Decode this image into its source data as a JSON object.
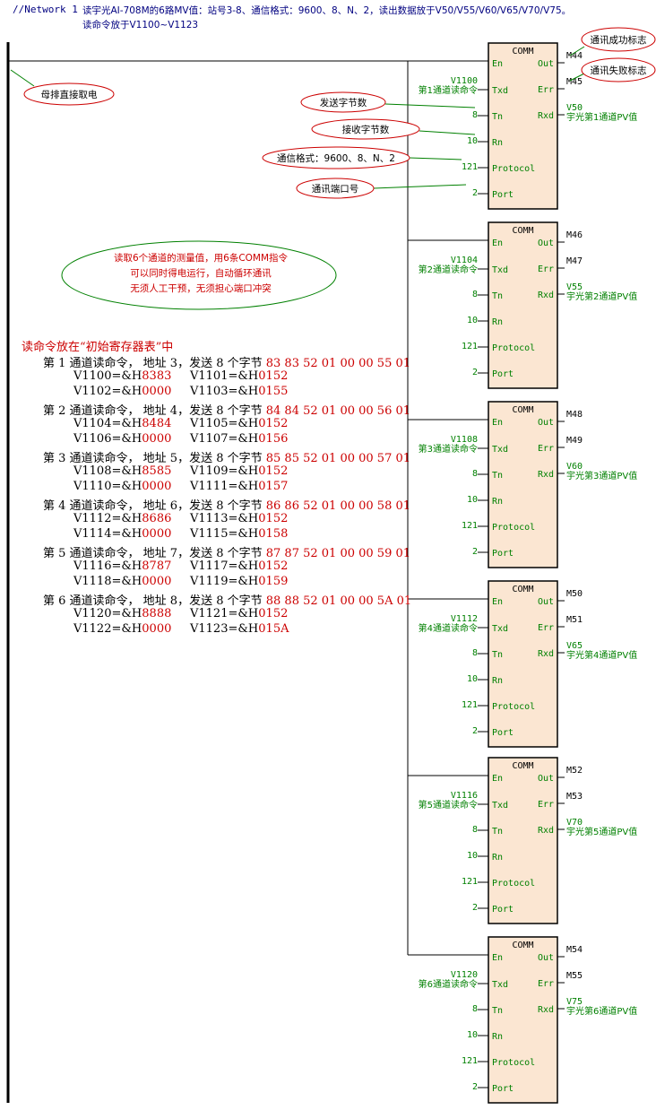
{
  "header": {
    "network": "//Network 1",
    "line1": "读宇光AI-708M的6路MV值：站号3-8、通信格式：9600、8、N、2，读出数据放于V50/V55/V60/V65/V70/V75。",
    "line2": "读命令放于V1100~V1123"
  },
  "pins": {
    "en": "En",
    "txd": "Txd",
    "tn": "Tn",
    "rn": "Rn",
    "protocol": "Protocol",
    "port": "Port",
    "out": "Out",
    "err": "Err",
    "rxd": "Rxd"
  },
  "blocks": [
    {
      "title": "COMM",
      "txd_var": "V1100",
      "txd_label": "第1通道读命令",
      "tn": "8",
      "rn": "10",
      "protocol": "121",
      "port": "2",
      "out": "M44",
      "err": "M45",
      "rxd_var": "V50",
      "rxd_label": "宇光第1通道PV值"
    },
    {
      "title": "COMM",
      "txd_var": "V1104",
      "txd_label": "第2通道读命令",
      "tn": "8",
      "rn": "10",
      "protocol": "121",
      "port": "2",
      "out": "M46",
      "err": "M47",
      "rxd_var": "V55",
      "rxd_label": "宇光第2通道PV值"
    },
    {
      "title": "COMM",
      "txd_var": "V1108",
      "txd_label": "第3通道读命令",
      "tn": "8",
      "rn": "10",
      "protocol": "121",
      "port": "2",
      "out": "M48",
      "err": "M49",
      "rxd_var": "V60",
      "rxd_label": "宇光第3通道PV值"
    },
    {
      "title": "COMM",
      "txd_var": "V1112",
      "txd_label": "第4通道读命令",
      "tn": "8",
      "rn": "10",
      "protocol": "121",
      "port": "2",
      "out": "M50",
      "err": "M51",
      "rxd_var": "V65",
      "rxd_label": "宇光第4通道PV值"
    },
    {
      "title": "COMM",
      "txd_var": "V1116",
      "txd_label": "第5通道读命令",
      "tn": "8",
      "rn": "10",
      "protocol": "121",
      "port": "2",
      "out": "M52",
      "err": "M53",
      "rxd_var": "V70",
      "rxd_label": "宇光第5通道PV值"
    },
    {
      "title": "COMM",
      "txd_var": "V1120",
      "txd_label": "第6通道读命令",
      "tn": "8",
      "rn": "10",
      "protocol": "121",
      "port": "2",
      "out": "M54",
      "err": "M55",
      "rxd_var": "V75",
      "rxd_label": "宇光第6通道PV值"
    }
  ],
  "callouts": {
    "success_flag": "通讯成功标志",
    "fail_flag": "通讯失败标志",
    "bus_power": "母排直接取电",
    "send_bytes": "发送字节数",
    "recv_bytes": "接收字节数",
    "comm_format": "通信格式：9600、8、N、2",
    "comm_port": "通讯端口号",
    "big_note": [
      "读取6个通道的测量值，用6条COMM指令",
      "可以同时得电运行，自动循环通讯",
      "无须人工干预，无须担心端口冲突"
    ]
  },
  "notes": {
    "title": "读命令放在“初始寄存器表”中",
    "channels": [
      {
        "line": "第 1 通道读命令，  地址 3，发送 8 个字节",
        "bytes": "83 83 52 01 00 00 55 01",
        "regs": [
          {
            "k": "V1100=&H",
            "v": "8383"
          },
          {
            "k": "V1101=&H",
            "v": "0152"
          },
          {
            "k": "V1102=&H",
            "v": "0000"
          },
          {
            "k": "V1103=&H",
            "v": "0155"
          }
        ]
      },
      {
        "line": "第 2 通道读命令，  地址 4，发送 8 个字节",
        "bytes": "84 84 52 01 00 00 56 01",
        "regs": [
          {
            "k": "V1104=&H",
            "v": "8484"
          },
          {
            "k": "V1105=&H",
            "v": "0152"
          },
          {
            "k": "V1106=&H",
            "v": "0000"
          },
          {
            "k": "V1107=&H",
            "v": "0156"
          }
        ]
      },
      {
        "line": "第 3 通道读命令，  地址 5，发送 8 个字节",
        "bytes": "85 85 52 01 00 00 57 01",
        "regs": [
          {
            "k": "V1108=&H",
            "v": "8585"
          },
          {
            "k": "V1109=&H",
            "v": "0152"
          },
          {
            "k": "V1110=&H",
            "v": "0000"
          },
          {
            "k": "V1111=&H",
            "v": "0157"
          }
        ]
      },
      {
        "line": "第 4 通道读命令，  地址 6，发送 8 个字节",
        "bytes": "86 86 52 01 00 00 58 01",
        "regs": [
          {
            "k": "V1112=&H",
            "v": "8686"
          },
          {
            "k": "V1113=&H",
            "v": "0152"
          },
          {
            "k": "V1114=&H",
            "v": "0000"
          },
          {
            "k": "V1115=&H",
            "v": "0158"
          }
        ]
      },
      {
        "line": "第 5 通道读命令，  地址 7，发送 8 个字节",
        "bytes": "87 87 52 01 00 00 59 01",
        "regs": [
          {
            "k": "V1116=&H",
            "v": "8787"
          },
          {
            "k": "V1117=&H",
            "v": "0152"
          },
          {
            "k": "V1118=&H",
            "v": "0000"
          },
          {
            "k": "V1119=&H",
            "v": "0159"
          }
        ]
      },
      {
        "line": "第 6 通道读命令，  地址 8，发送 8 个字节",
        "bytes": "88 88 52 01 00 00 5A 01",
        "regs": [
          {
            "k": "V1120=&H",
            "v": "8888"
          },
          {
            "k": "V1121=&H",
            "v": "0152"
          },
          {
            "k": "V1122=&H",
            "v": "0000"
          },
          {
            "k": "V1123=&H",
            "v": "015A"
          }
        ]
      }
    ]
  },
  "colors": {
    "block_fill": "#fbe6d2",
    "wire": "#000000",
    "green": "#008000",
    "red": "#cc0000",
    "header": "#000080"
  }
}
